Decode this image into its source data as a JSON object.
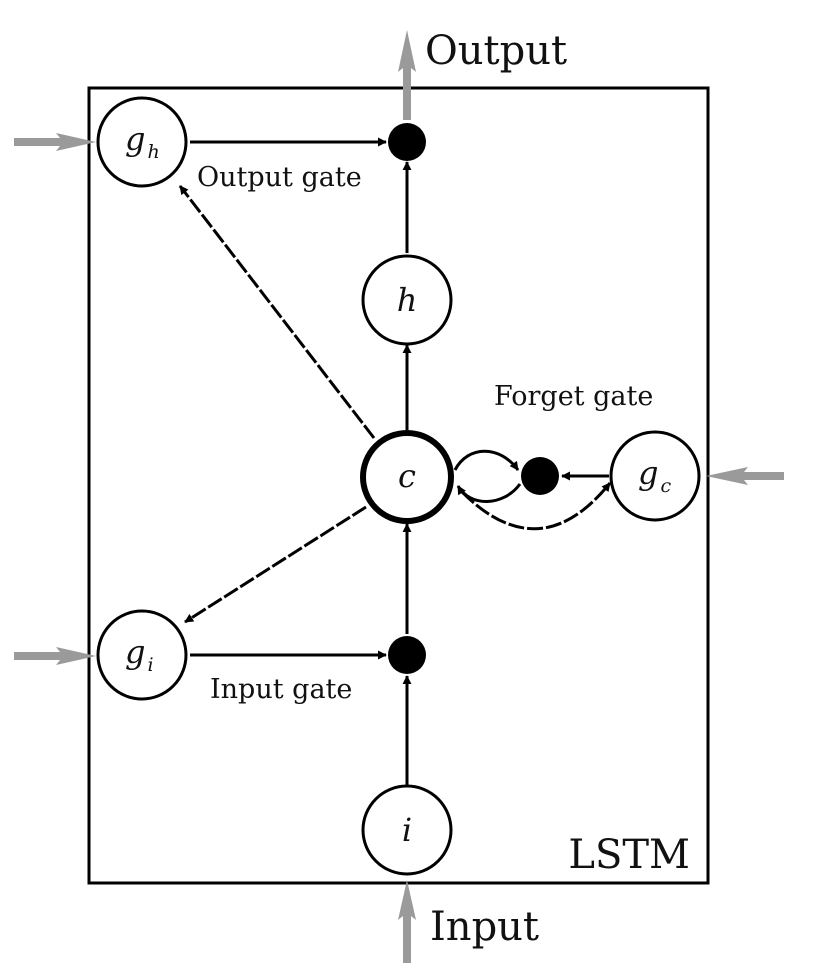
{
  "labels": {
    "output": "Output",
    "input": "Input",
    "block": "LSTM",
    "output_gate": "Output gate",
    "forget_gate": "Forget gate",
    "input_gate": "Input gate"
  },
  "nodes": {
    "gh": {
      "main": "g",
      "sub": "h"
    },
    "gc": {
      "main": "g",
      "sub": "c"
    },
    "gi": {
      "main": "g",
      "sub": "i"
    },
    "h": "h",
    "c": "c",
    "i": "i"
  },
  "colors": {
    "external_arrow": "#9a9a9a",
    "stroke": "#000000",
    "multiplier": "#000000"
  }
}
